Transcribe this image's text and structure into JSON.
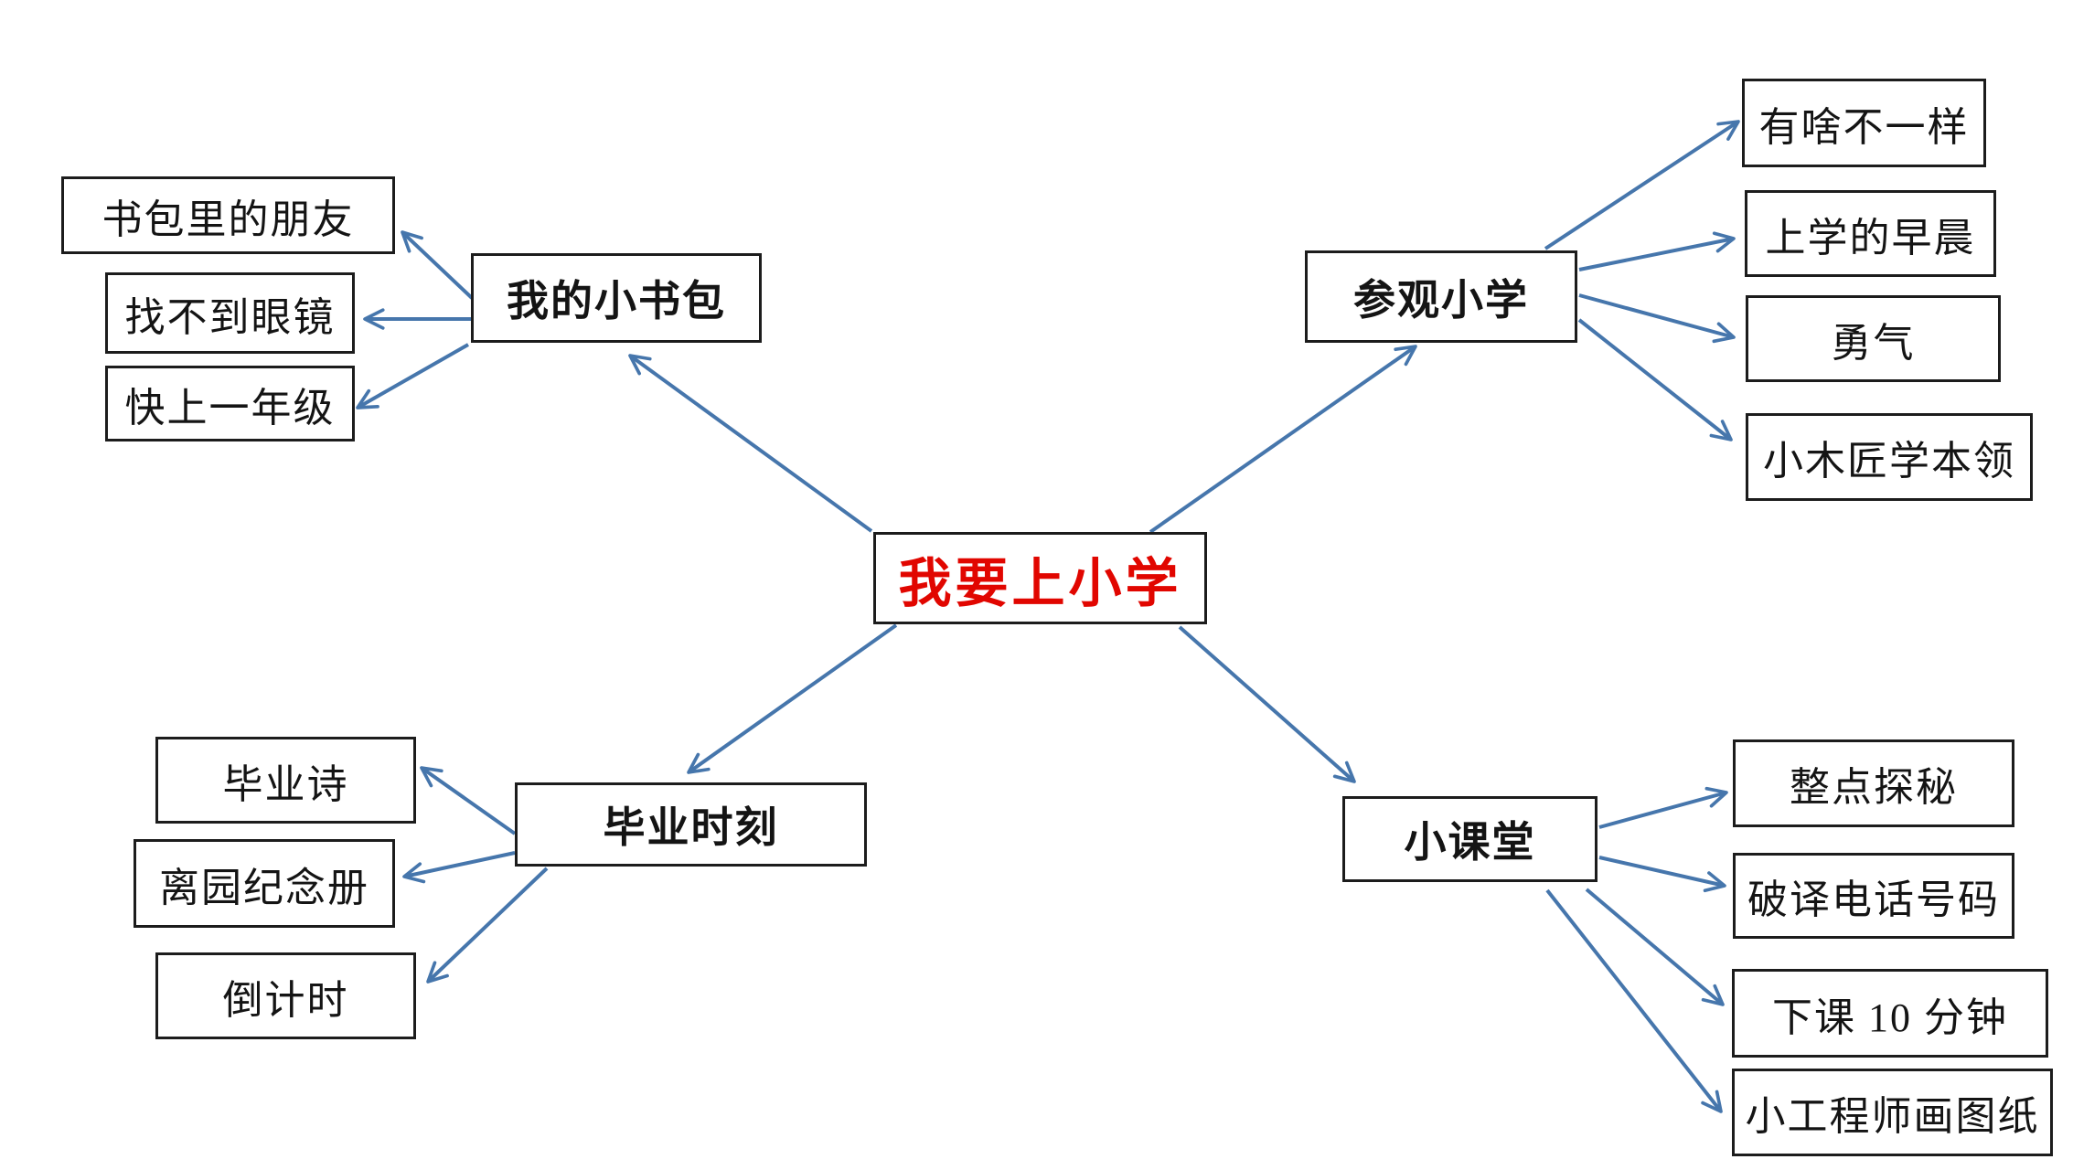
{
  "colors": {
    "background": "#ffffff",
    "arrow": "#4676ac",
    "box_border": "#1c1c1c",
    "box_text": "#141414",
    "center_label": "#e10600"
  },
  "center": {
    "label": "我要上小学"
  },
  "branches": [
    {
      "label": "我的小书包",
      "children": [
        "书包里的朋友",
        "找不到眼镜",
        "快上一年级"
      ]
    },
    {
      "label": "参观小学",
      "children": [
        "有啥不一样",
        "上学的早晨",
        "勇气",
        "小木匠学本领"
      ]
    },
    {
      "label": "毕业时刻",
      "children": [
        "毕业诗",
        "离园纪念册",
        "倒计时"
      ]
    },
    {
      "label": "小课堂",
      "children": [
        "整点探秘",
        "破译电话号码",
        "下课 10 分钟",
        "小工程师画图纸"
      ]
    }
  ],
  "edges": [
    {
      "from": "我要上小学",
      "to": "我的小书包"
    },
    {
      "from": "我要上小学",
      "to": "参观小学"
    },
    {
      "from": "我要上小学",
      "to": "毕业时刻"
    },
    {
      "from": "我要上小学",
      "to": "小课堂"
    },
    {
      "from": "我的小书包",
      "to": "书包里的朋友"
    },
    {
      "from": "我的小书包",
      "to": "找不到眼镜"
    },
    {
      "from": "我的小书包",
      "to": "快上一年级"
    },
    {
      "from": "参观小学",
      "to": "有啥不一样"
    },
    {
      "from": "参观小学",
      "to": "上学的早晨"
    },
    {
      "from": "参观小学",
      "to": "勇气"
    },
    {
      "from": "参观小学",
      "to": "小木匠学本领"
    },
    {
      "from": "毕业时刻",
      "to": "毕业诗"
    },
    {
      "from": "毕业时刻",
      "to": "离园纪念册"
    },
    {
      "from": "毕业时刻",
      "to": "倒计时"
    },
    {
      "from": "小课堂",
      "to": "整点探秘"
    },
    {
      "from": "小课堂",
      "to": "破译电话号码"
    },
    {
      "from": "小课堂",
      "to": "下课 10 分钟"
    },
    {
      "from": "小课堂",
      "to": "小工程师画图纸"
    }
  ]
}
